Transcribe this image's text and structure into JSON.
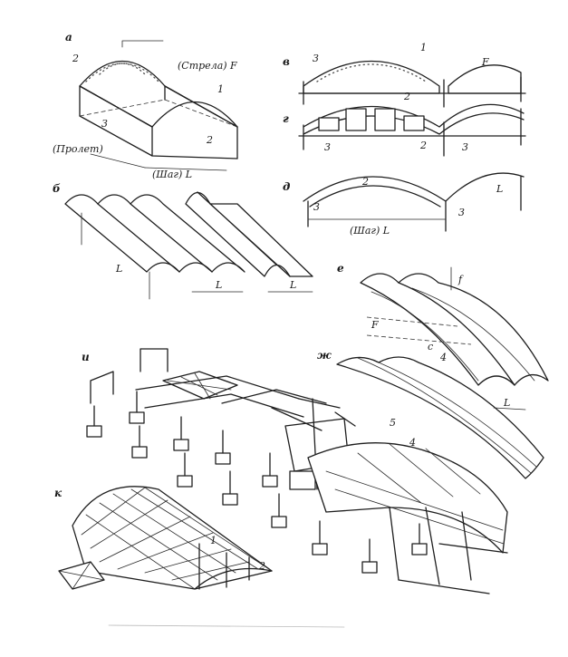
{
  "panels": {
    "a": "а",
    "b": "б",
    "v": "в",
    "g": "г",
    "d": "д",
    "e": "е",
    "zh": "ж",
    "i": "и",
    "k": "к"
  },
  "annotations": {
    "strela": "(Стрела) F",
    "prolet": "(Пролет)",
    "shag_a": "(Шаг) L",
    "shag_d": "(Шаг) L",
    "span_b": "L",
    "L": "L",
    "f": "f",
    "F": "F",
    "c": "c"
  },
  "numbers": {
    "n1": "1",
    "n2": "2",
    "n3": "3",
    "n4": "4",
    "n5": "5"
  },
  "colors": {
    "ink": "#1e1e1e",
    "paper": "#ffffff"
  }
}
